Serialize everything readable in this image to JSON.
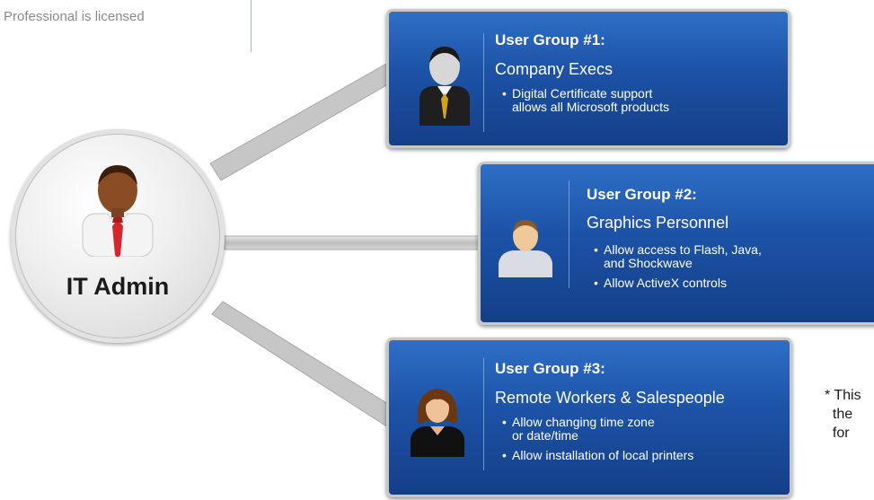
{
  "top_note": "Professional is licensed",
  "admin": {
    "label": "IT Admin",
    "avatar_icon": "admin-person-icon"
  },
  "groups": [
    {
      "title": "User Group #1:",
      "subtitle": "Company Execs",
      "avatar_icon": "executive-avatar-icon",
      "bullets": [
        "Digital Certificate support\nallows all Microsoft products"
      ]
    },
    {
      "title": "User Group #2:",
      "subtitle": "Graphics Personnel",
      "avatar_icon": "graphics-person-avatar-icon",
      "bullets": [
        "Allow access to Flash, Java,\nand Shockwave",
        "Allow ActiveX controls"
      ]
    },
    {
      "title": "User Group #3:",
      "subtitle": "Remote Workers & Salespeople",
      "avatar_icon": "remote-worker-avatar-icon",
      "bullets": [
        "Allow changing time zone\nor date/time",
        "Allow installation of local printers"
      ]
    }
  ],
  "footnote": "* This\n  the\n  for",
  "colors": {
    "box_top": "#2e6fc6",
    "box_bottom": "#143f88",
    "box_border": "#c8c8c8",
    "admin_tie": "#d8252b",
    "connector": "#c9c9c9"
  }
}
